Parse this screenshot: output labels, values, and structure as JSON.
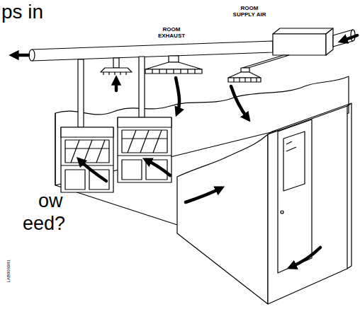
{
  "diagram": {
    "labels": [
      "ps in",
      "ROOM EXHAUST",
      "ROOM SUPPLY AIR",
      "ow",
      "eed?",
      "LAB0060R1"
    ]
  }
}
